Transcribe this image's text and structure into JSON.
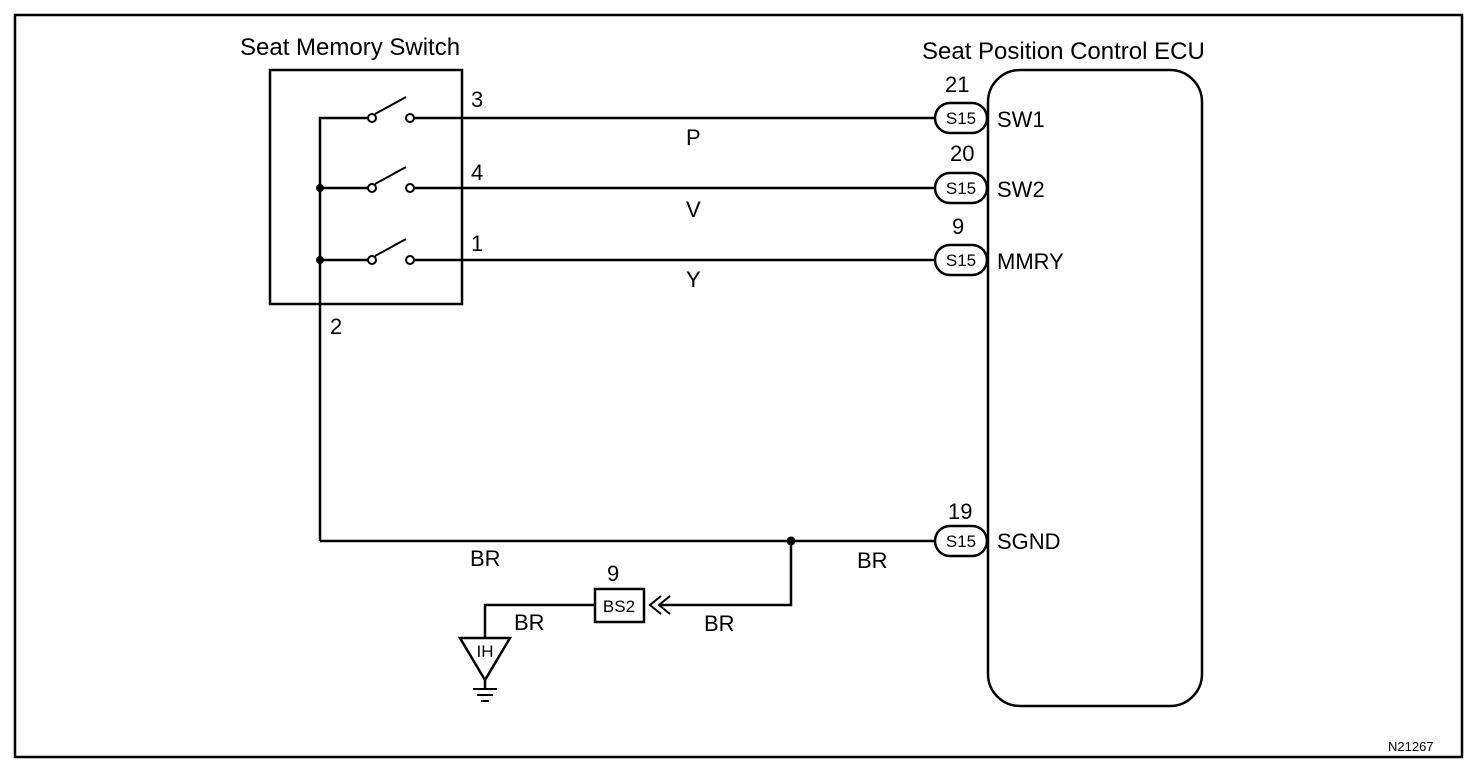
{
  "figure_id": "N21267",
  "switch": {
    "title": "Seat Memory Switch",
    "pins": {
      "p3": "3",
      "p4": "4",
      "p1": "1",
      "p2": "2"
    }
  },
  "ecu": {
    "title": "Seat Position Control ECU",
    "terminals": [
      {
        "pin": "21",
        "connector": "S15",
        "name": "SW1"
      },
      {
        "pin": "20",
        "connector": "S15",
        "name": "SW2"
      },
      {
        "pin": "9",
        "connector": "S15",
        "name": "MMRY"
      },
      {
        "pin": "19",
        "connector": "S15",
        "name": "SGND"
      }
    ]
  },
  "wire_colors": {
    "sw1": "P",
    "sw2": "V",
    "mmry": "Y",
    "ground_left": "BR",
    "ground_right": "BR",
    "to_junction": "BR",
    "to_earth": "BR"
  },
  "junction": {
    "pin": "9",
    "name": "BS2"
  },
  "ground_point": {
    "name": "IH"
  }
}
